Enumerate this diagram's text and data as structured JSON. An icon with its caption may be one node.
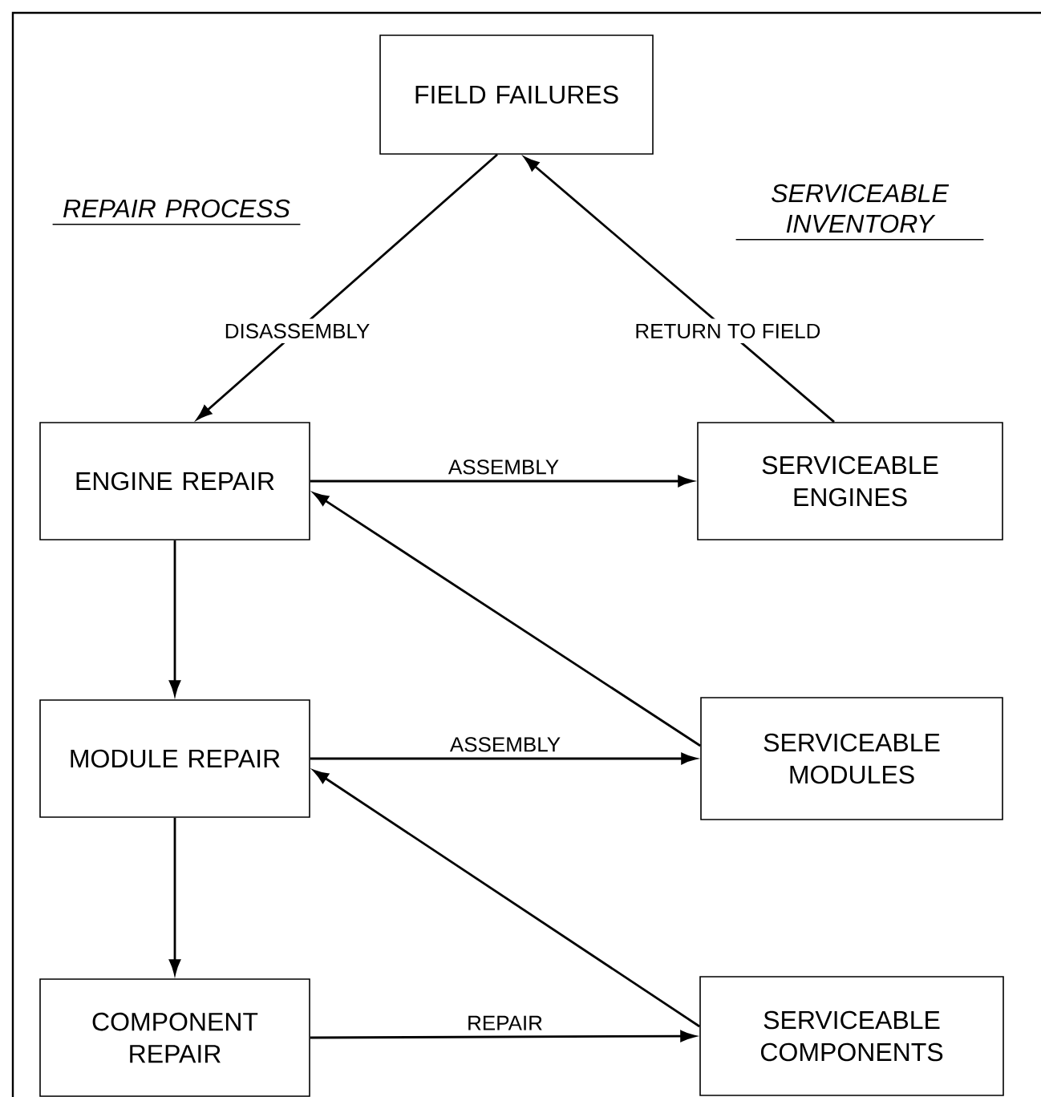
{
  "diagram": {
    "nodes": [
      {
        "text": [
          "FIELD FAILURES"
        ]
      },
      {
        "text": [
          "ENGINE REPAIR"
        ]
      },
      {
        "text": [
          "SERVICEABLE ENGINES"
        ]
      },
      {
        "text": [
          "MODULE REPAIR"
        ]
      },
      {
        "text": [
          "SERVICEABLE MODULES"
        ]
      },
      {
        "text": [
          "COMPONENT REPAIR"
        ]
      },
      {
        "text": [
          "SERVICEABLE COMPONENTS"
        ]
      }
    ],
    "edges": [
      {
        "from": 0,
        "to": 1,
        "arrow": "to",
        "label": "DISASSEMBLY"
      },
      {
        "from": 2,
        "to": 0,
        "arrow": "to",
        "label": "RETURN TO FIELD"
      },
      {
        "from": 1,
        "to": 2,
        "arrow": "to",
        "label": "ASSEMBLY"
      },
      {
        "from": 4,
        "to": 1,
        "arrow": "to"
      },
      {
        "from": 1,
        "to": 3,
        "arrow": "to"
      },
      {
        "from": 3,
        "to": 4,
        "arrow": "to",
        "label": "ASSEMBLY"
      },
      {
        "from": 6,
        "to": 3,
        "arrow": "to"
      },
      {
        "from": 3,
        "to": 5,
        "arrow": "to"
      },
      {
        "from": 5,
        "to": 6,
        "arrow": "to",
        "label": "REPAIR"
      }
    ],
    "labels": [
      "REPAIR PROCESS",
      "SERVICEABLE INVENTORY"
    ]
  }
}
